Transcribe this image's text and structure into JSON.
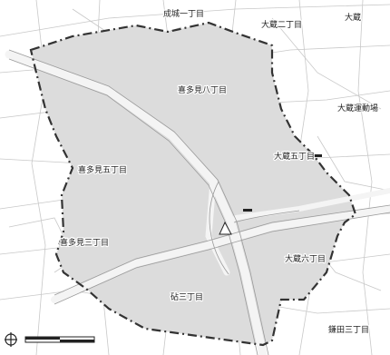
{
  "map": {
    "labels": [
      {
        "id": "label-seijo-1",
        "text": "成城一丁目"
      },
      {
        "id": "label-okura-2",
        "text": "大蔵二丁目"
      },
      {
        "id": "label-okura-top",
        "text": "大蔵"
      },
      {
        "id": "label-kinuta-8",
        "text": "喜多見八丁目"
      },
      {
        "id": "label-okura-park",
        "text": "大蔵運動場"
      },
      {
        "id": "label-okura-5",
        "text": "大蔵五丁目"
      },
      {
        "id": "label-kitami-5",
        "text": "喜多見五丁目"
      },
      {
        "id": "label-kitami-3",
        "text": "喜多見三丁目"
      },
      {
        "id": "label-okura-6",
        "text": "大蔵六丁目"
      },
      {
        "id": "label-kinuta-3",
        "text": "砧三丁目"
      },
      {
        "id": "label-kamanoe",
        "text": "鎌田三丁目"
      }
    ],
    "colors": {
      "area_fill": "#dcdcdc",
      "boundary": "#333333",
      "road": "#bbbbbb",
      "text": "#222222"
    },
    "icons": {
      "north_arrow": "north-arrow-icon",
      "scale_bar": "scale-bar"
    }
  }
}
